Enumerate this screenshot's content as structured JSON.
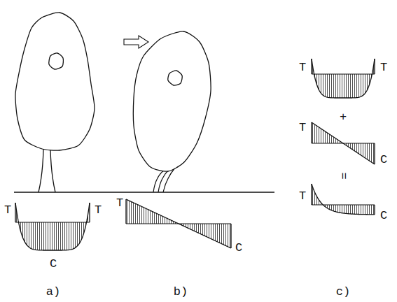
{
  "diagram": {
    "labels": [
      "T",
      "T",
      "C",
      "a)",
      "T",
      "C",
      "b)",
      "T",
      "T",
      "+",
      "T",
      "C",
      "=",
      "T",
      "C",
      "c)"
    ]
  }
}
